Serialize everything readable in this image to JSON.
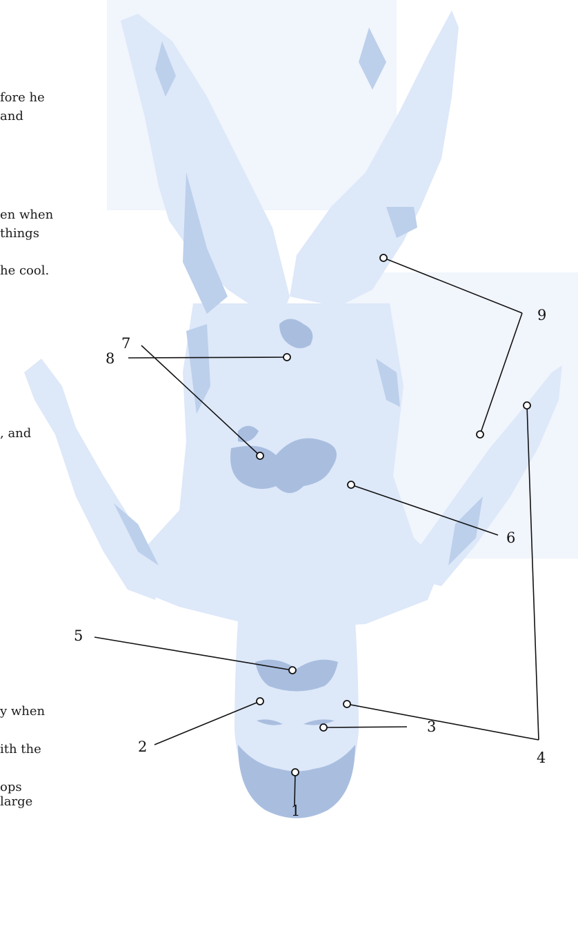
{
  "text_fragments": [
    "fore he",
    "and",
    "en when",
    "things",
    "he cool.",
    ", and",
    "y when",
    "ith the",
    "ops",
    "large"
  ],
  "callouts": [
    {
      "number": "1"
    },
    {
      "number": "2"
    },
    {
      "number": "3"
    },
    {
      "number": "4"
    },
    {
      "number": "5"
    },
    {
      "number": "6"
    },
    {
      "number": "7"
    },
    {
      "number": "8"
    },
    {
      "number": "9"
    }
  ],
  "colors": {
    "body_fill": "#dde8f9",
    "shadow_fill": "#bccfeb",
    "hair_fill": "#a9bedf",
    "leader_line": "#111111",
    "marker_stroke": "#111111",
    "marker_fill": "#ffffff"
  }
}
